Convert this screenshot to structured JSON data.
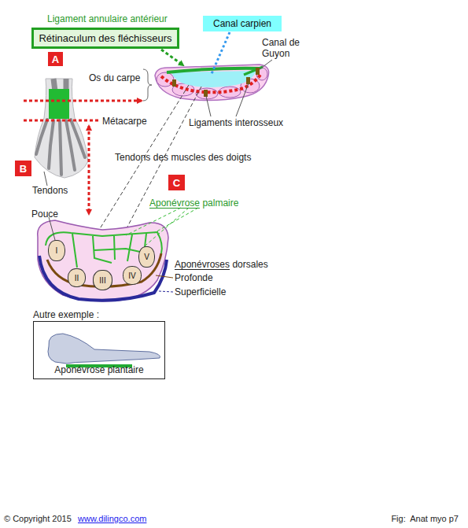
{
  "diagram": {
    "nodes": [
      {
        "text": [
          "Rétinaculum des fléchisseurs"
        ]
      },
      {
        "text": [
          "A"
        ]
      },
      {
        "text": [
          "Canal carpien"
        ]
      },
      {
        "text": [
          "B"
        ]
      },
      {
        "text": [
          "C"
        ]
      },
      {
        "text": [
          "I"
        ]
      },
      {
        "text": [
          "II"
        ]
      },
      {
        "text": [
          "III"
        ]
      },
      {
        "text": [
          "IV"
        ]
      },
      {
        "text": [
          "V"
        ]
      },
      {
        "text": [
          "Autre exemple :",
          "Aponévrose plantaire"
        ]
      }
    ],
    "labels": [
      "Ligament annulaire antérieur",
      "Canal de Guyon",
      "Os du carpe",
      "Métacarpe",
      "Ligaments interosseux",
      "Tendons",
      "Tendons des muscles des doigts",
      "Aponévrose palmaire",
      "Pouce",
      "Aponévroses dorsales",
      "Profonde",
      "Superficielle",
      "© Copyright 2015",
      "www.dilingco.com",
      "Fig:  Anat myo p7"
    ]
  }
}
